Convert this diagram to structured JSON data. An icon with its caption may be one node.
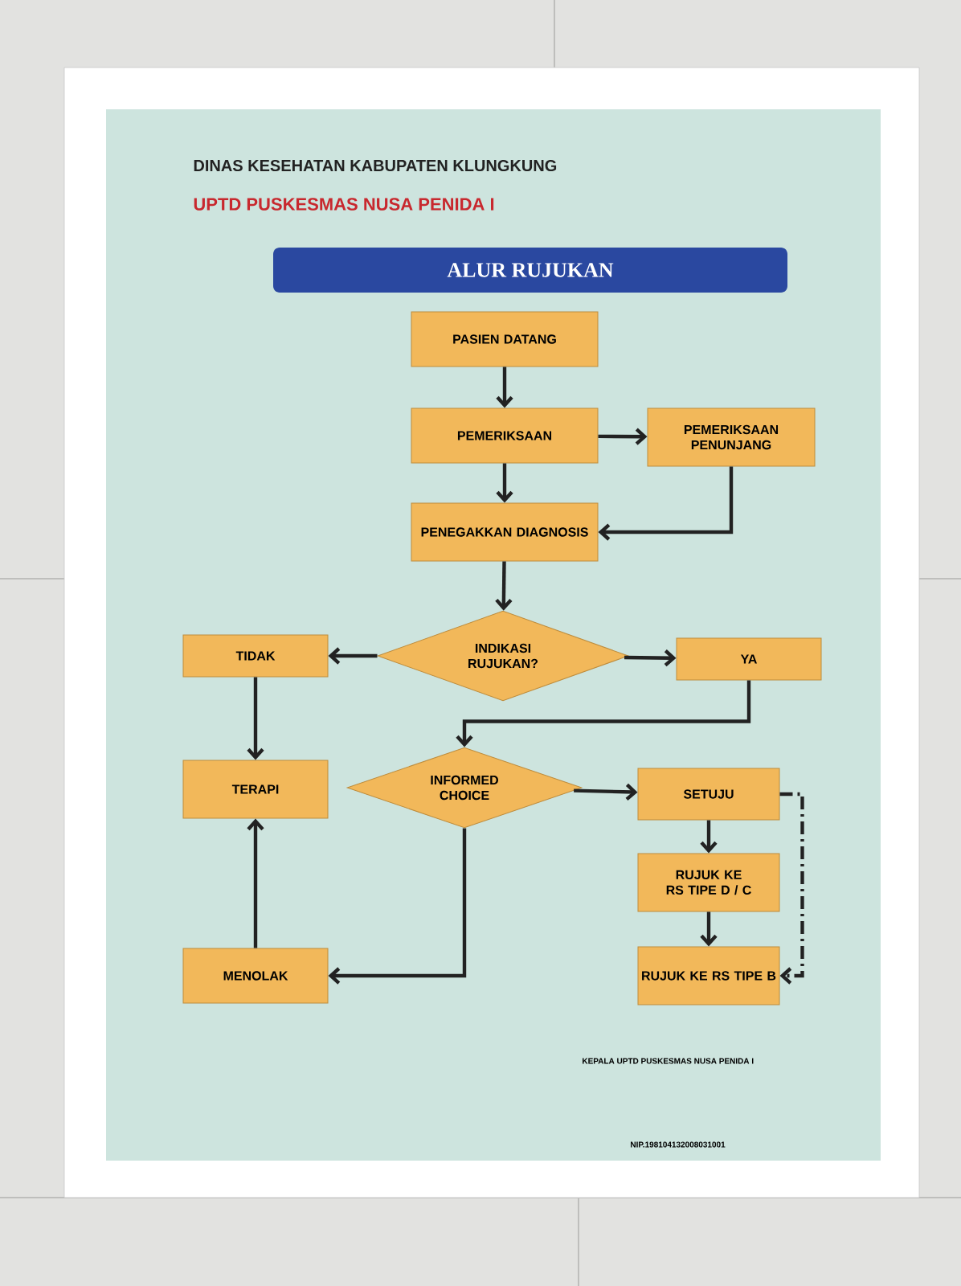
{
  "diagram": {
    "title": "ALUR RUJUKAN",
    "nodes": [
      {
        "text": [
          "PASIEN DATANG"
        ]
      },
      {
        "text": [
          "PEMERIKSAAN"
        ]
      },
      {
        "text": [
          "PEMERIKSAAN PENUNJANG"
        ]
      },
      {
        "text": [
          "PENEGAKKAN DIAGNOSIS"
        ]
      },
      {
        "text": [
          "INDIKASI RUJUKAN?"
        ]
      },
      {
        "text": [
          "TIDAK"
        ]
      },
      {
        "text": [
          "YA"
        ]
      },
      {
        "text": [
          "INFORMED CHOICE"
        ]
      },
      {
        "text": [
          "TERAPI"
        ]
      },
      {
        "text": [
          "SETUJU"
        ]
      },
      {
        "text": [
          "RUJUK KE RS TIPE D / C"
        ]
      },
      {
        "text": [
          "MENOLAK"
        ]
      },
      {
        "text": [
          "RUJUK KE RS TIPE B"
        ]
      }
    ],
    "edges": [
      {
        "from": 0,
        "to": 1,
        "arrow": "to"
      },
      {
        "from": 1,
        "to": 2,
        "arrow": "to"
      },
      {
        "from": 2,
        "to": 3,
        "arrow": "to"
      },
      {
        "from": 1,
        "to": 3,
        "arrow": "to"
      },
      {
        "from": 3,
        "to": 4,
        "arrow": "to"
      },
      {
        "from": 4,
        "to": 5,
        "arrow": "to"
      },
      {
        "from": 4,
        "to": 6,
        "arrow": "to"
      },
      {
        "from": 6,
        "to": 7,
        "arrow": "to"
      },
      {
        "from": 5,
        "to": 8,
        "arrow": "to"
      },
      {
        "from": 7,
        "to": 9,
        "arrow": "to"
      },
      {
        "from": 9,
        "to": 10,
        "arrow": "to"
      },
      {
        "from": 10,
        "to": 12,
        "arrow": "to"
      },
      {
        "from": 9,
        "to": 12,
        "arrow": "to",
        "style": "dashed"
      },
      {
        "from": 7,
        "to": 11,
        "arrow": "to"
      },
      {
        "from": 11,
        "to": 8,
        "arrow": "to"
      }
    ],
    "labels": [
      "DINAS KESEHATAN KABUPATEN KLUNGKUNG",
      "UPTD PUSKESMAS NUSA PENIDA I",
      "KEPALA UPTD PUSKESMAS NUSA PENIDA I",
      "NIP.198104132008031001"
    ]
  }
}
